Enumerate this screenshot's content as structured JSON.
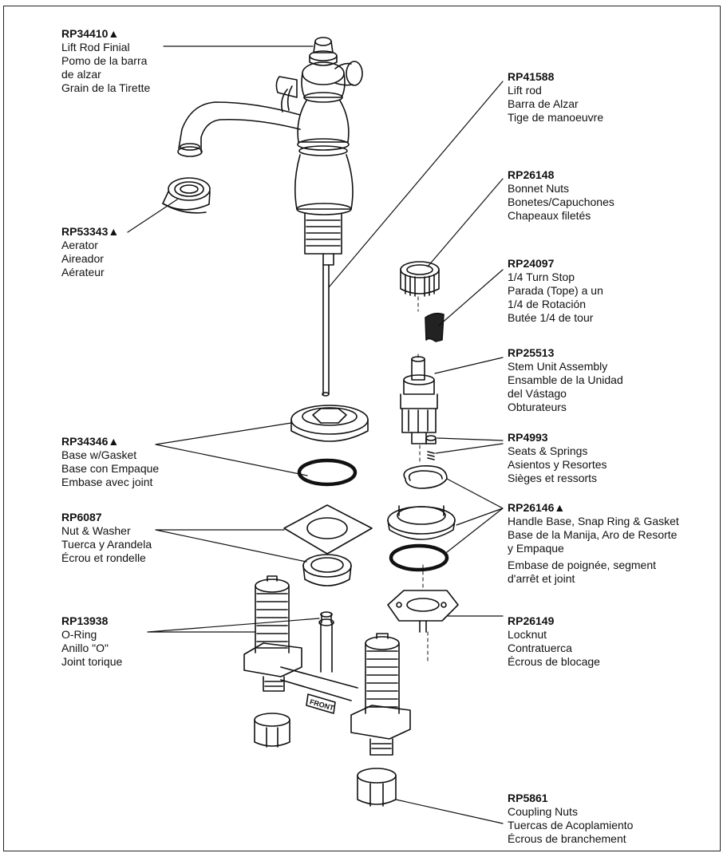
{
  "parts": [
    {
      "id": "rp34410",
      "part_number": "RP34410",
      "marker": "▲",
      "lines": [
        "Lift Rod Finial",
        "Pomo de la barra",
        "de alzar",
        "Grain de la Tirette"
      ]
    },
    {
      "id": "rp41588",
      "part_number": "RP41588",
      "marker": "",
      "lines": [
        "Lift rod",
        "Barra de Alzar",
        "Tige de manoeuvre"
      ]
    },
    {
      "id": "rp26148",
      "part_number": "RP26148",
      "marker": "",
      "lines": [
        "Bonnet Nuts",
        "Bonetes/Capuchones",
        "Chapeaux filetés"
      ]
    },
    {
      "id": "rp53343",
      "part_number": "RP53343",
      "marker": "▲",
      "lines": [
        "Aerator",
        "Aireador",
        "Aérateur"
      ]
    },
    {
      "id": "rp24097",
      "part_number": "RP24097",
      "marker": "",
      "lines": [
        "1/4 Turn Stop",
        "Parada (Tope) a un",
        "1/4 de Rotación",
        "Butée 1/4 de tour"
      ]
    },
    {
      "id": "rp25513",
      "part_number": "RP25513",
      "marker": "",
      "lines": [
        "Stem Unit Assembly",
        "Ensamble de la Unidad",
        "del Vástago",
        "Obturateurs"
      ]
    },
    {
      "id": "rp4993",
      "part_number": "RP4993",
      "marker": "",
      "lines": [
        "Seats & Springs",
        "Asientos y Resortes",
        "Sièges et ressorts"
      ]
    },
    {
      "id": "rp34346",
      "part_number": "RP34346",
      "marker": "▲",
      "lines": [
        "Base w/Gasket",
        "Base con Empaque",
        "Embase avec joint"
      ]
    },
    {
      "id": "rp6087",
      "part_number": "RP6087",
      "marker": "",
      "lines": [
        "Nut & Washer",
        "Tuerca y Arandela",
        "Écrou et rondelle"
      ]
    },
    {
      "id": "rp26146",
      "part_number": "RP26146",
      "marker": "▲",
      "lines": [
        "Handle Base, Snap Ring & Gasket",
        "Base de la Manija, Aro de Resorte",
        "y Empaque"
      ],
      "lines_extra": [
        "Embase de poignée, segment",
        "d'arrêt et joint"
      ]
    },
    {
      "id": "rp13938",
      "part_number": "RP13938",
      "marker": "",
      "lines": [
        "O-Ring",
        "Anillo \"O\"",
        "Joint torique"
      ]
    },
    {
      "id": "rp26149",
      "part_number": "RP26149",
      "marker": "",
      "lines": [
        "Locknut",
        "Contratuerca",
        "Écrous de blocage"
      ]
    },
    {
      "id": "rp5861",
      "part_number": "RP5861",
      "marker": "",
      "lines": [
        "Coupling Nuts",
        "Tuercas de Acoplamiento",
        "Écrous de branchement"
      ]
    }
  ],
  "body_label": "FRONT"
}
